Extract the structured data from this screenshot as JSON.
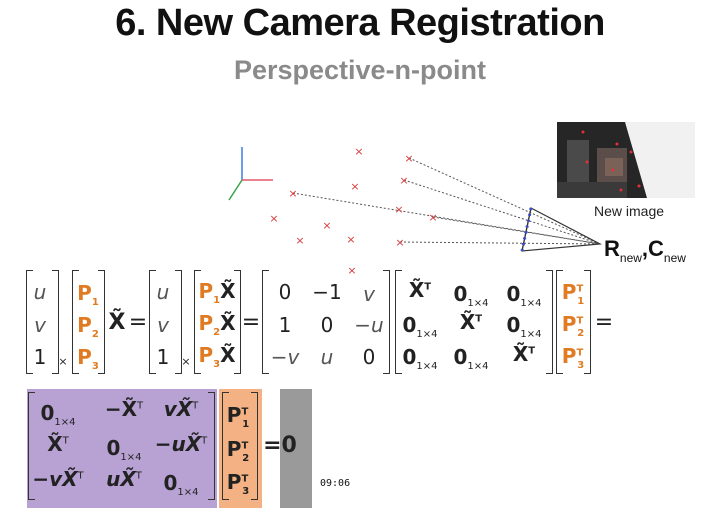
{
  "slide": {
    "title": "6. New Camera Registration",
    "subtitle": "Perspective-n-point",
    "new_image_label": "New image",
    "camera_label": {
      "R": "R",
      "C": "C",
      "sub": "new",
      "sep": ","
    },
    "timestamp": "09:06"
  },
  "equation1": {
    "vec_uv1": [
      "u",
      "v",
      "1"
    ],
    "times": "×",
    "P_rows": [
      "P",
      "P",
      "P"
    ],
    "P_subs": [
      "1",
      "2",
      "3"
    ],
    "Xtilde": "X̃",
    "equals": "=",
    "skew": [
      [
        "0",
        "−1",
        "v"
      ],
      [
        "1",
        "0",
        "−u"
      ],
      [
        "−v",
        "u",
        "0"
      ]
    ],
    "block": [
      [
        "X̃",
        "0",
        "0"
      ],
      [
        "0",
        "X̃",
        "0"
      ],
      [
        "0",
        "0",
        "X̃"
      ]
    ],
    "zero_sub": "1×4",
    "T": "T",
    "PT_subs": [
      "1",
      "2",
      "3"
    ]
  },
  "equation2": {
    "rows": [
      [
        "0",
        "−X̃",
        "vX̃"
      ],
      [
        "X̃",
        "0",
        "−uX̃"
      ],
      [
        "−vX̃",
        "uX̃",
        "0"
      ]
    ],
    "zero_sub": "1×4",
    "T": "T",
    "PT_subs": [
      "1",
      "2",
      "3"
    ],
    "rhs": "=0"
  },
  "colors": {
    "accent_orange": "#e07b22",
    "purple_fill": "#b7a2d3",
    "orange_fill": "#f4b183",
    "gray_fill": "#9a9a9a",
    "point_red": "#d9383a"
  }
}
